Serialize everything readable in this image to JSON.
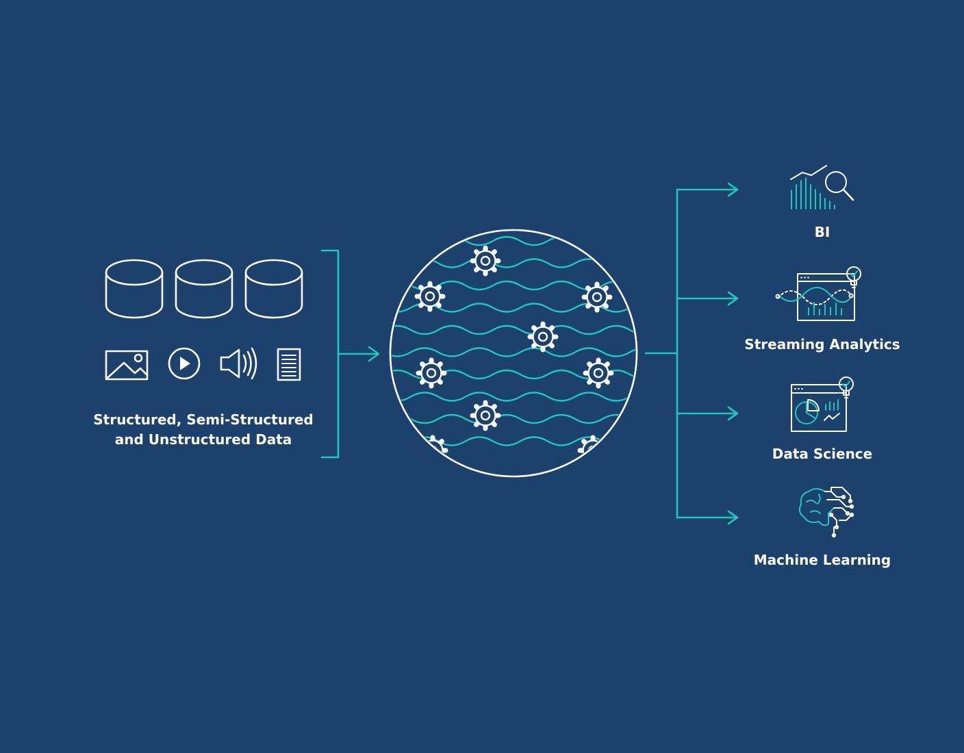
{
  "colors": {
    "background": "#1b416c",
    "accent": "#1fc7c1",
    "foreground": "#ffffff"
  },
  "sources": {
    "label_line1": "Structured, Semi-Structured",
    "label_line2": "and Unstructured Data",
    "icons": [
      "database-icon",
      "database-icon",
      "database-icon",
      "image-icon",
      "play-icon",
      "speaker-icon",
      "document-icon"
    ]
  },
  "lake": {
    "icons": [
      "data-lake-circle-icon",
      "gear-icon"
    ]
  },
  "outputs": [
    {
      "label": "BI",
      "icon": "bar-chart-magnifier-icon"
    },
    {
      "label": "Streaming Analytics",
      "icon": "streaming-dashboard-icon"
    },
    {
      "label": "Data Science",
      "icon": "pie-chart-dashboard-icon"
    },
    {
      "label": "Machine Learning",
      "icon": "brain-circuit-icon"
    }
  ]
}
